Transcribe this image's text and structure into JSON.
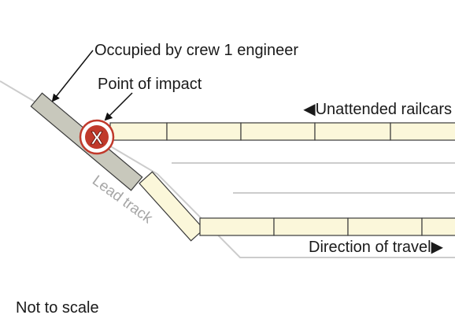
{
  "labels": {
    "occupied": "Occupied by crew 1 engineer",
    "impact": "Point of impact",
    "unattended": "◀Unattended railcars",
    "lead_track": "Lead track",
    "direction": "Direction of travel▶",
    "scale": "Not to scale"
  },
  "impact_marker": {
    "letter": "X"
  },
  "colors": {
    "railcar_fill": "#fbf7da",
    "railcar_stroke": "#3a3a3a",
    "locomotive_fill": "#c8c8bc",
    "impact_red": "#c0392b",
    "track_gray": "#cccccc",
    "text": "#1a1a1a",
    "lead_text": "#a6a6a6"
  }
}
